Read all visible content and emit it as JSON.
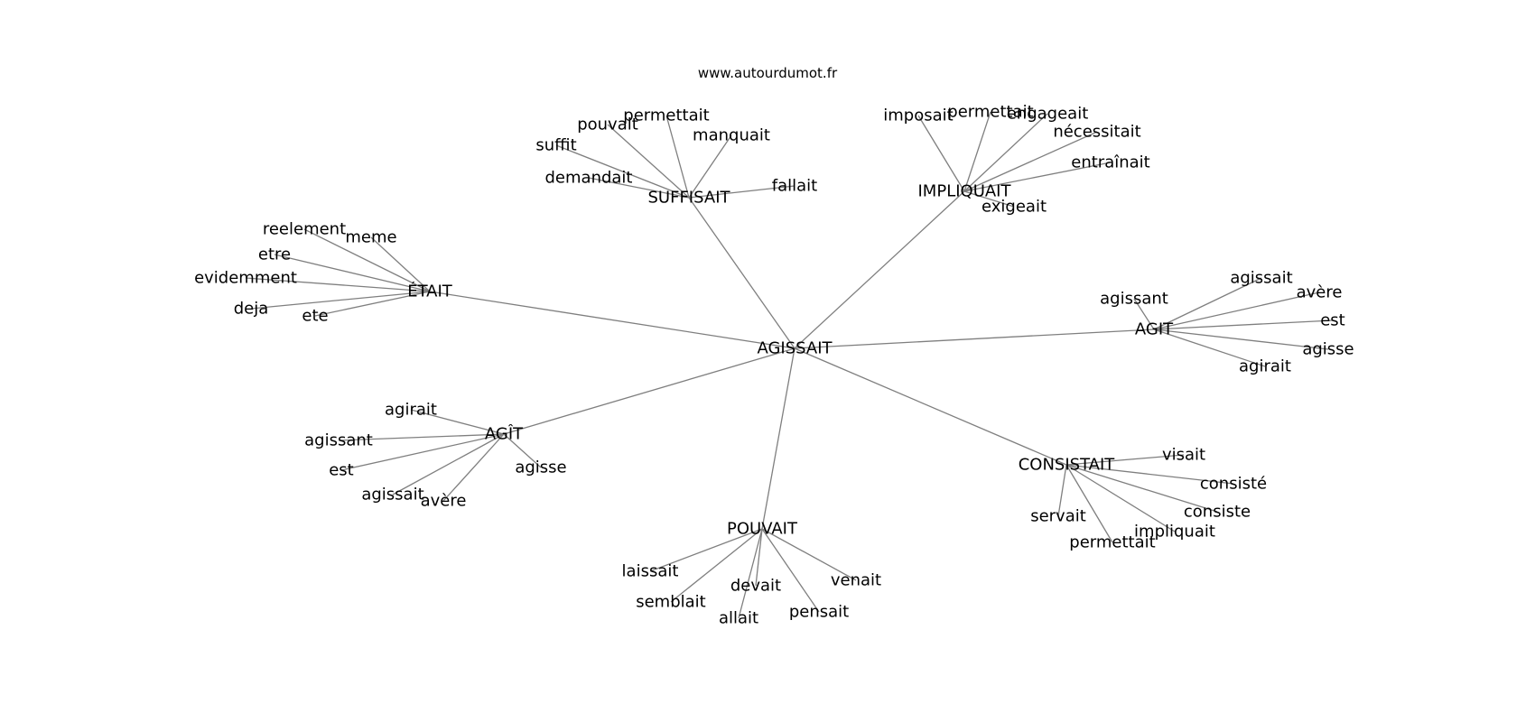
{
  "site_url": "www.autourdumot.fr",
  "center": "AGISSAIT",
  "hubs": [
    {
      "label": "SUFFISAIT",
      "leaves": [
        "pouvait",
        "permettait",
        "manquait",
        "suffit",
        "demandait",
        "fallait"
      ]
    },
    {
      "label": "IMPLIQUAIT",
      "leaves": [
        "imposait",
        "permettait",
        "engageait",
        "nécessitait",
        "entraînait",
        "exigeait"
      ]
    },
    {
      "label": "ÉTAIT",
      "leaves": [
        "reelement",
        "meme",
        "etre",
        "evidemment",
        "deja",
        "ete"
      ]
    },
    {
      "label": "AGIT",
      "leaves": [
        "agissant",
        "agissait",
        "avère",
        "est",
        "agisse",
        "agirait"
      ]
    },
    {
      "label": "AGÎT",
      "leaves": [
        "agirait",
        "agissant",
        "est",
        "agissait",
        "avère",
        "agisse"
      ]
    },
    {
      "label": "POUVAIT",
      "leaves": [
        "laissait",
        "semblait",
        "devait",
        "allait",
        "pensait",
        "venait"
      ]
    },
    {
      "label": "CONSISTAIT",
      "leaves": [
        "visait",
        "consisté",
        "consiste",
        "servait",
        "permettait",
        "impliquait"
      ]
    }
  ]
}
